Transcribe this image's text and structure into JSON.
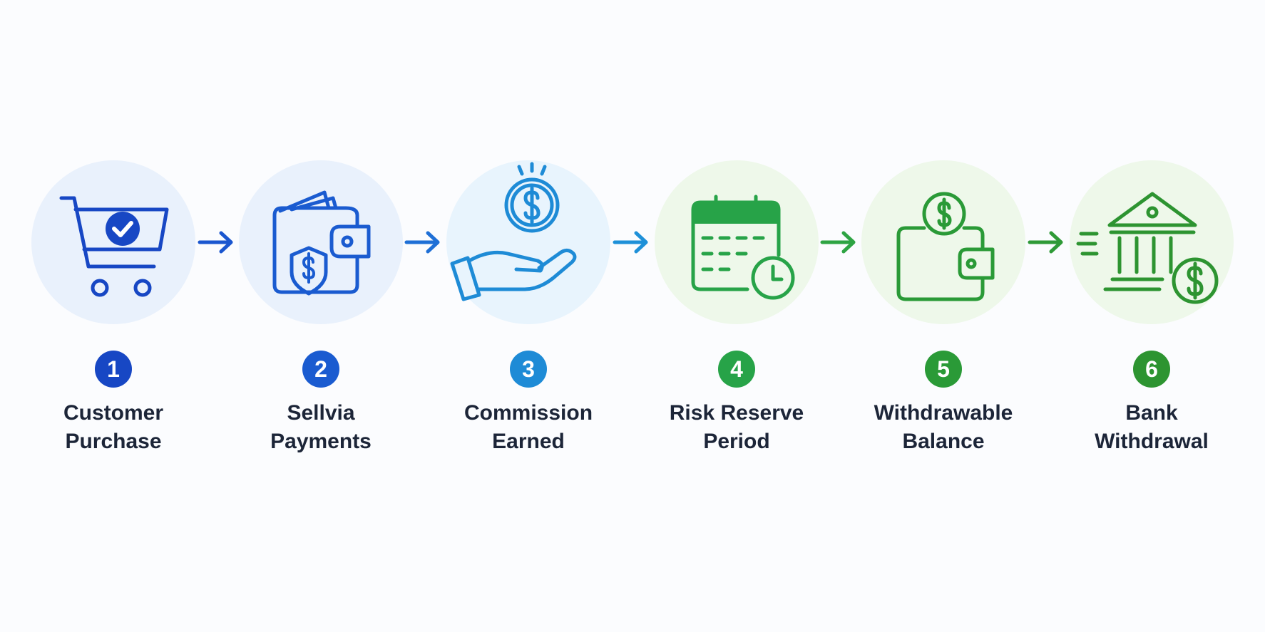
{
  "steps": [
    {
      "number": "1",
      "label_line1": "Customer",
      "label_line2": "Purchase",
      "icon": "shopping-cart-check-icon",
      "color": "#1747c4",
      "bg": "#e9f1fc"
    },
    {
      "number": "2",
      "label_line1": "Sellvia",
      "label_line2": "Payments",
      "icon": "wallet-shield-dollar-icon",
      "color": "#1a5bd0",
      "bg": "#e9f1fc"
    },
    {
      "number": "3",
      "label_line1": "Commission",
      "label_line2": "Earned",
      "icon": "hand-coin-dollar-icon",
      "color": "#1e8bd6",
      "bg": "#e8f4fd"
    },
    {
      "number": "4",
      "label_line1": "Risk Reserve",
      "label_line2": "Period",
      "icon": "calendar-clock-icon",
      "color": "#27a348",
      "bg": "#eef8ea"
    },
    {
      "number": "5",
      "label_line1": "Withdrawable",
      "label_line2": "Balance",
      "icon": "wallet-coin-dollar-icon",
      "color": "#2a9a37",
      "bg": "#eef8ea"
    },
    {
      "number": "6",
      "label_line1": "Bank",
      "label_line2": "Withdrawal",
      "icon": "bank-dollar-icon",
      "color": "#2d9431",
      "bg": "#eef8ea"
    }
  ],
  "arrows": [
    {
      "icon": "arrow-right-icon",
      "color": "#1a56cf"
    },
    {
      "icon": "arrow-right-icon",
      "color": "#1e6fd6"
    },
    {
      "icon": "arrow-right-icon",
      "color": "#1e90d8"
    },
    {
      "icon": "arrow-right-icon",
      "color": "#2ea443"
    },
    {
      "icon": "arrow-right-icon",
      "color": "#2f9a37"
    }
  ]
}
